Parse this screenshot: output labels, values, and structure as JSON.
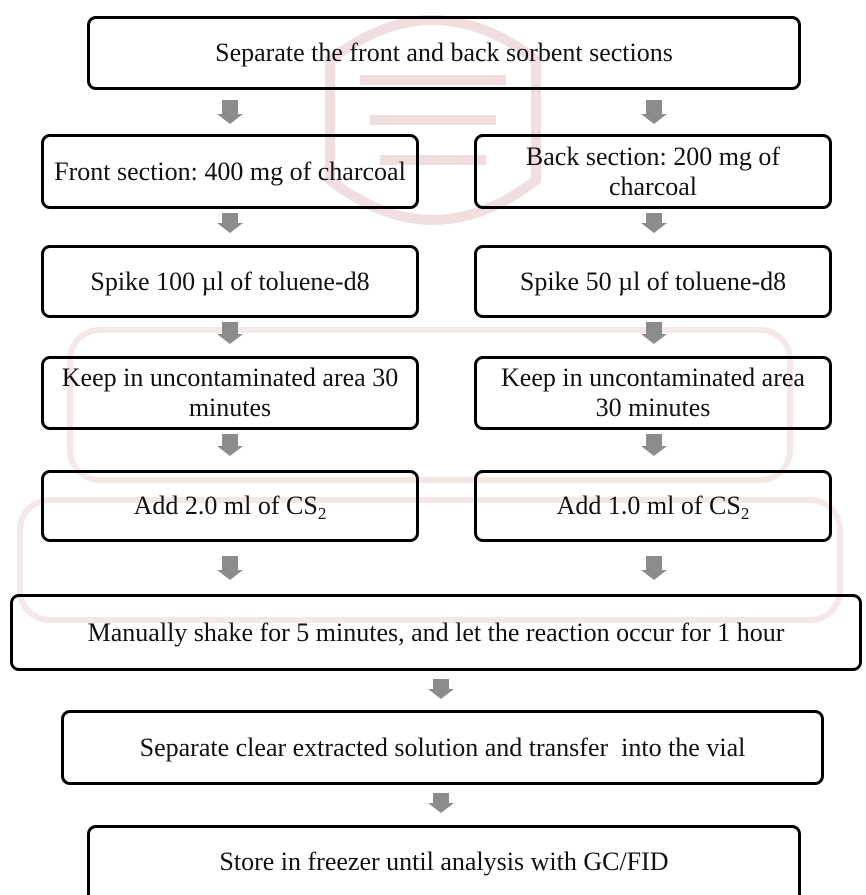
{
  "steps": {
    "separate": "Separate the front and back sorbent sections",
    "front_section": "Front section: 400 mg of charcoal",
    "back_section": "Back section: 200 mg of charcoal",
    "spike_front": "Spike 100 µl of toluene-d8",
    "spike_back": "Spike 50 µl of toluene-d8",
    "keep_front": "Keep in uncontaminated area 30 minutes",
    "keep_back": "Keep in uncontaminated area 30 minutes",
    "add_front_prefix": "Add 2.0 ml of CS",
    "add_back_prefix": "Add 1.0 ml of CS",
    "subscript": "2",
    "shake": "Manually shake for 5 minutes, and let the reaction occur for 1 hour",
    "transfer": "Separate clear extracted solution and transfer  into the vial",
    "store": "Store in freezer until analysis with GC/FID"
  },
  "colors": {
    "border": "#000000",
    "arrow": "#8c8c8c",
    "watermark": "#e8c9c9"
  }
}
